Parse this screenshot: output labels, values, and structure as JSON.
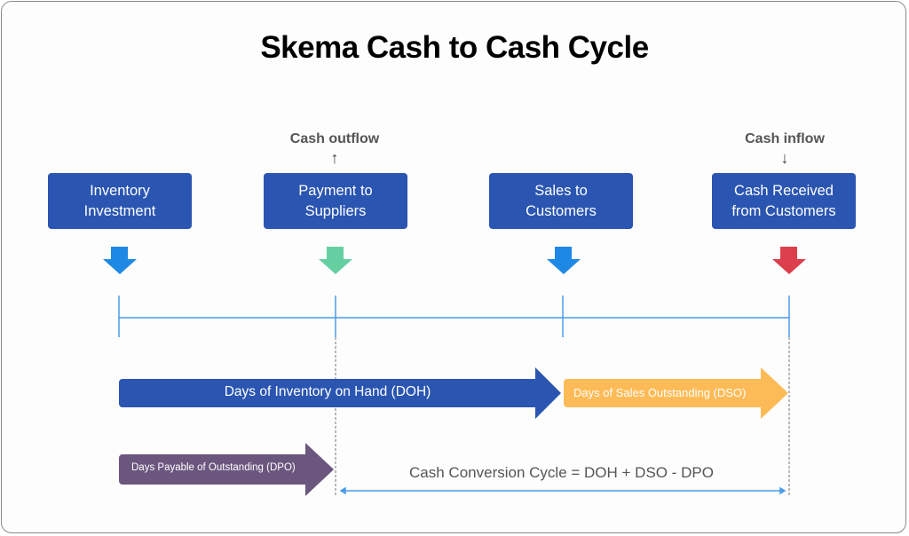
{
  "title": "Skema Cash to Cash Cycle",
  "flow_labels": {
    "outflow": {
      "text": "Cash outflow",
      "arrow": "↑"
    },
    "inflow": {
      "text": "Cash inflow",
      "arrow": "↓"
    }
  },
  "stages": [
    {
      "line1": "Inventory",
      "line2": "Investment",
      "arrow_color": "#1e88e5"
    },
    {
      "line1": "Payment to",
      "line2": "Suppliers",
      "arrow_color": "#66cfa2"
    },
    {
      "line1": "Sales to",
      "line2": "Customers",
      "arrow_color": "#1e88e5"
    },
    {
      "line1": "Cash Received",
      "line2": "from Customers",
      "arrow_color": "#dc3e4c"
    }
  ],
  "periods": {
    "doh": {
      "label": "Days of Inventory on Hand (DOH)",
      "color": "#2a55b1"
    },
    "dso": {
      "label": "Days of Sales Outstanding (DSO)",
      "color": "#fdbb57"
    },
    "dpo": {
      "label": "Days Payable of Outstanding (DPO)",
      "color": "#6b567e"
    }
  },
  "formula": "Cash Conversion Cycle = DOH + DSO - DPO",
  "colors": {
    "box": "#2a55b1",
    "timeline": "#4a9be8",
    "dashed": "#777777"
  }
}
